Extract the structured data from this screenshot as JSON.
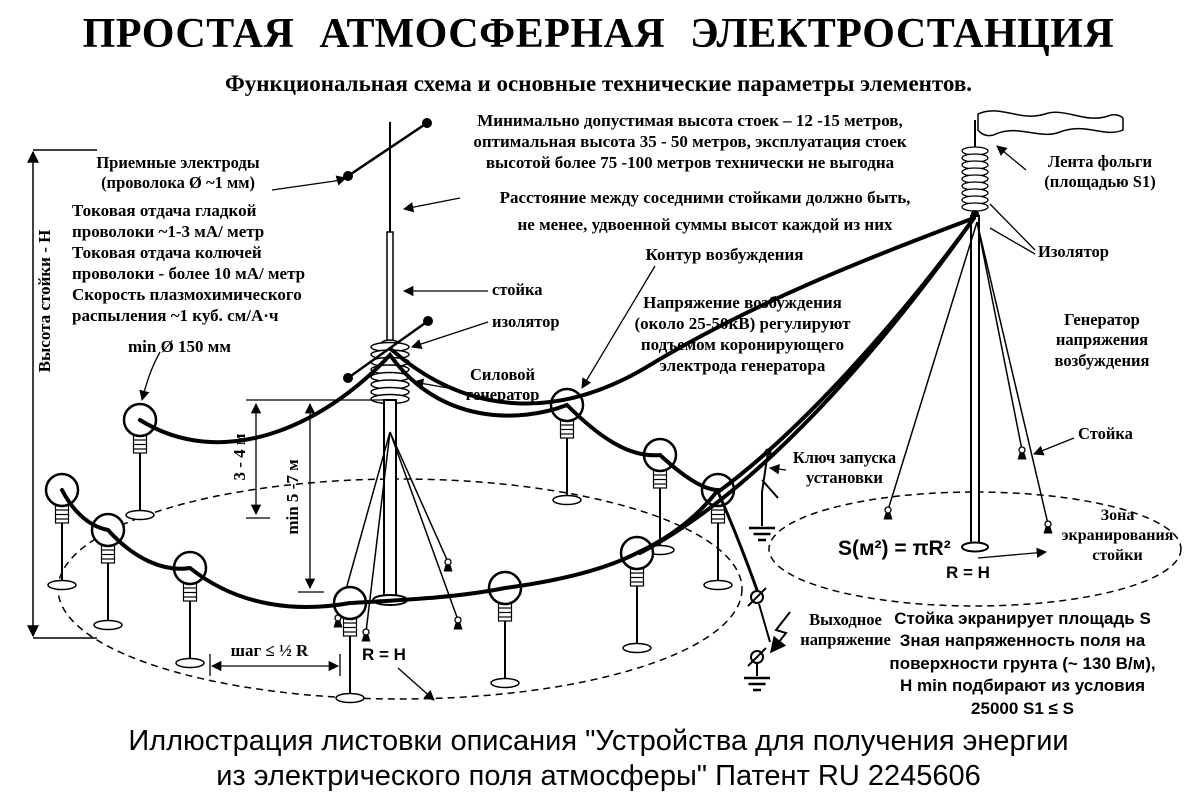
{
  "title": "ПРОСТАЯ АТМОСФЕРНАЯ ЭЛЕКТРОСТАНЦИЯ",
  "subtitle": "Функциональная схема и основные технические параметры элементов.",
  "caption": "Иллюстрация листовки описания \"Устройства для получения энергии\nиз электрического поля атмосферы\" Патент RU 2245606",
  "labels": {
    "stand_height_note": "Минимально допустимая высота стоек – 12 -15 метров,\nоптимальная высота 35 - 50 метров, эксплуатация стоек\nвысотой более 75 -100 метров технически не выгодна",
    "distance_note": "Расстояние между соседними стойками должно быть,\nне менее, удвоенной суммы высот каждой из них",
    "receiving_electrodes": "Приемные электроды\n(проволока Ø ~1 мм)",
    "current_output_note": "Токовая отдача гладкой\nпроволоки  ~1-3 мА/ метр\nТоковая отдача колючей\nпроволоки - более 10 мА/ метр\nСкорость плазмохимического\nраспыления  ~1 куб. см/А·ч",
    "min_diameter": "min Ø 150 мм",
    "mast_height": "Высота стойки - Н",
    "foil_tape": "Лента фольги\n(площадью S1)",
    "insulator_right": "Изолятор",
    "excitation_contour": "Контур возбуждения",
    "stand_center": "стойка",
    "insulator_center": "изолятор",
    "excitation_voltage_note": "Напряжение возбуждения\n(около 25-50кВ) регулируют\nподъемом коронирующего\nэлектрода генератора",
    "excitation_generator": "Генератор\nнапряжения\nвозбуждения",
    "power_generator": "Силовой\nгенератор",
    "start_key": "Ключ запуска\nустановки",
    "stand_right": "Стойка",
    "screening_zone": "Зона\nэкранирования\nстойки",
    "area_formula": "S(м²) = πR²",
    "r_equals_h_right": "R = H",
    "r_equals_h_center": "R = H",
    "step_dim": "шаг ≤ ½ R",
    "dim_3_4": "3 - 4 м",
    "dim_min_5_7": "min 5 -7 м",
    "output_voltage": "Выходное\nнапряжение",
    "screening_note": "Стойка экранирует площадь S\nЗная напряженность поля на\nповерхности грунта (~ 130 В/м),\nН min подбирают из условия\n25000 S1 ≤ S"
  }
}
